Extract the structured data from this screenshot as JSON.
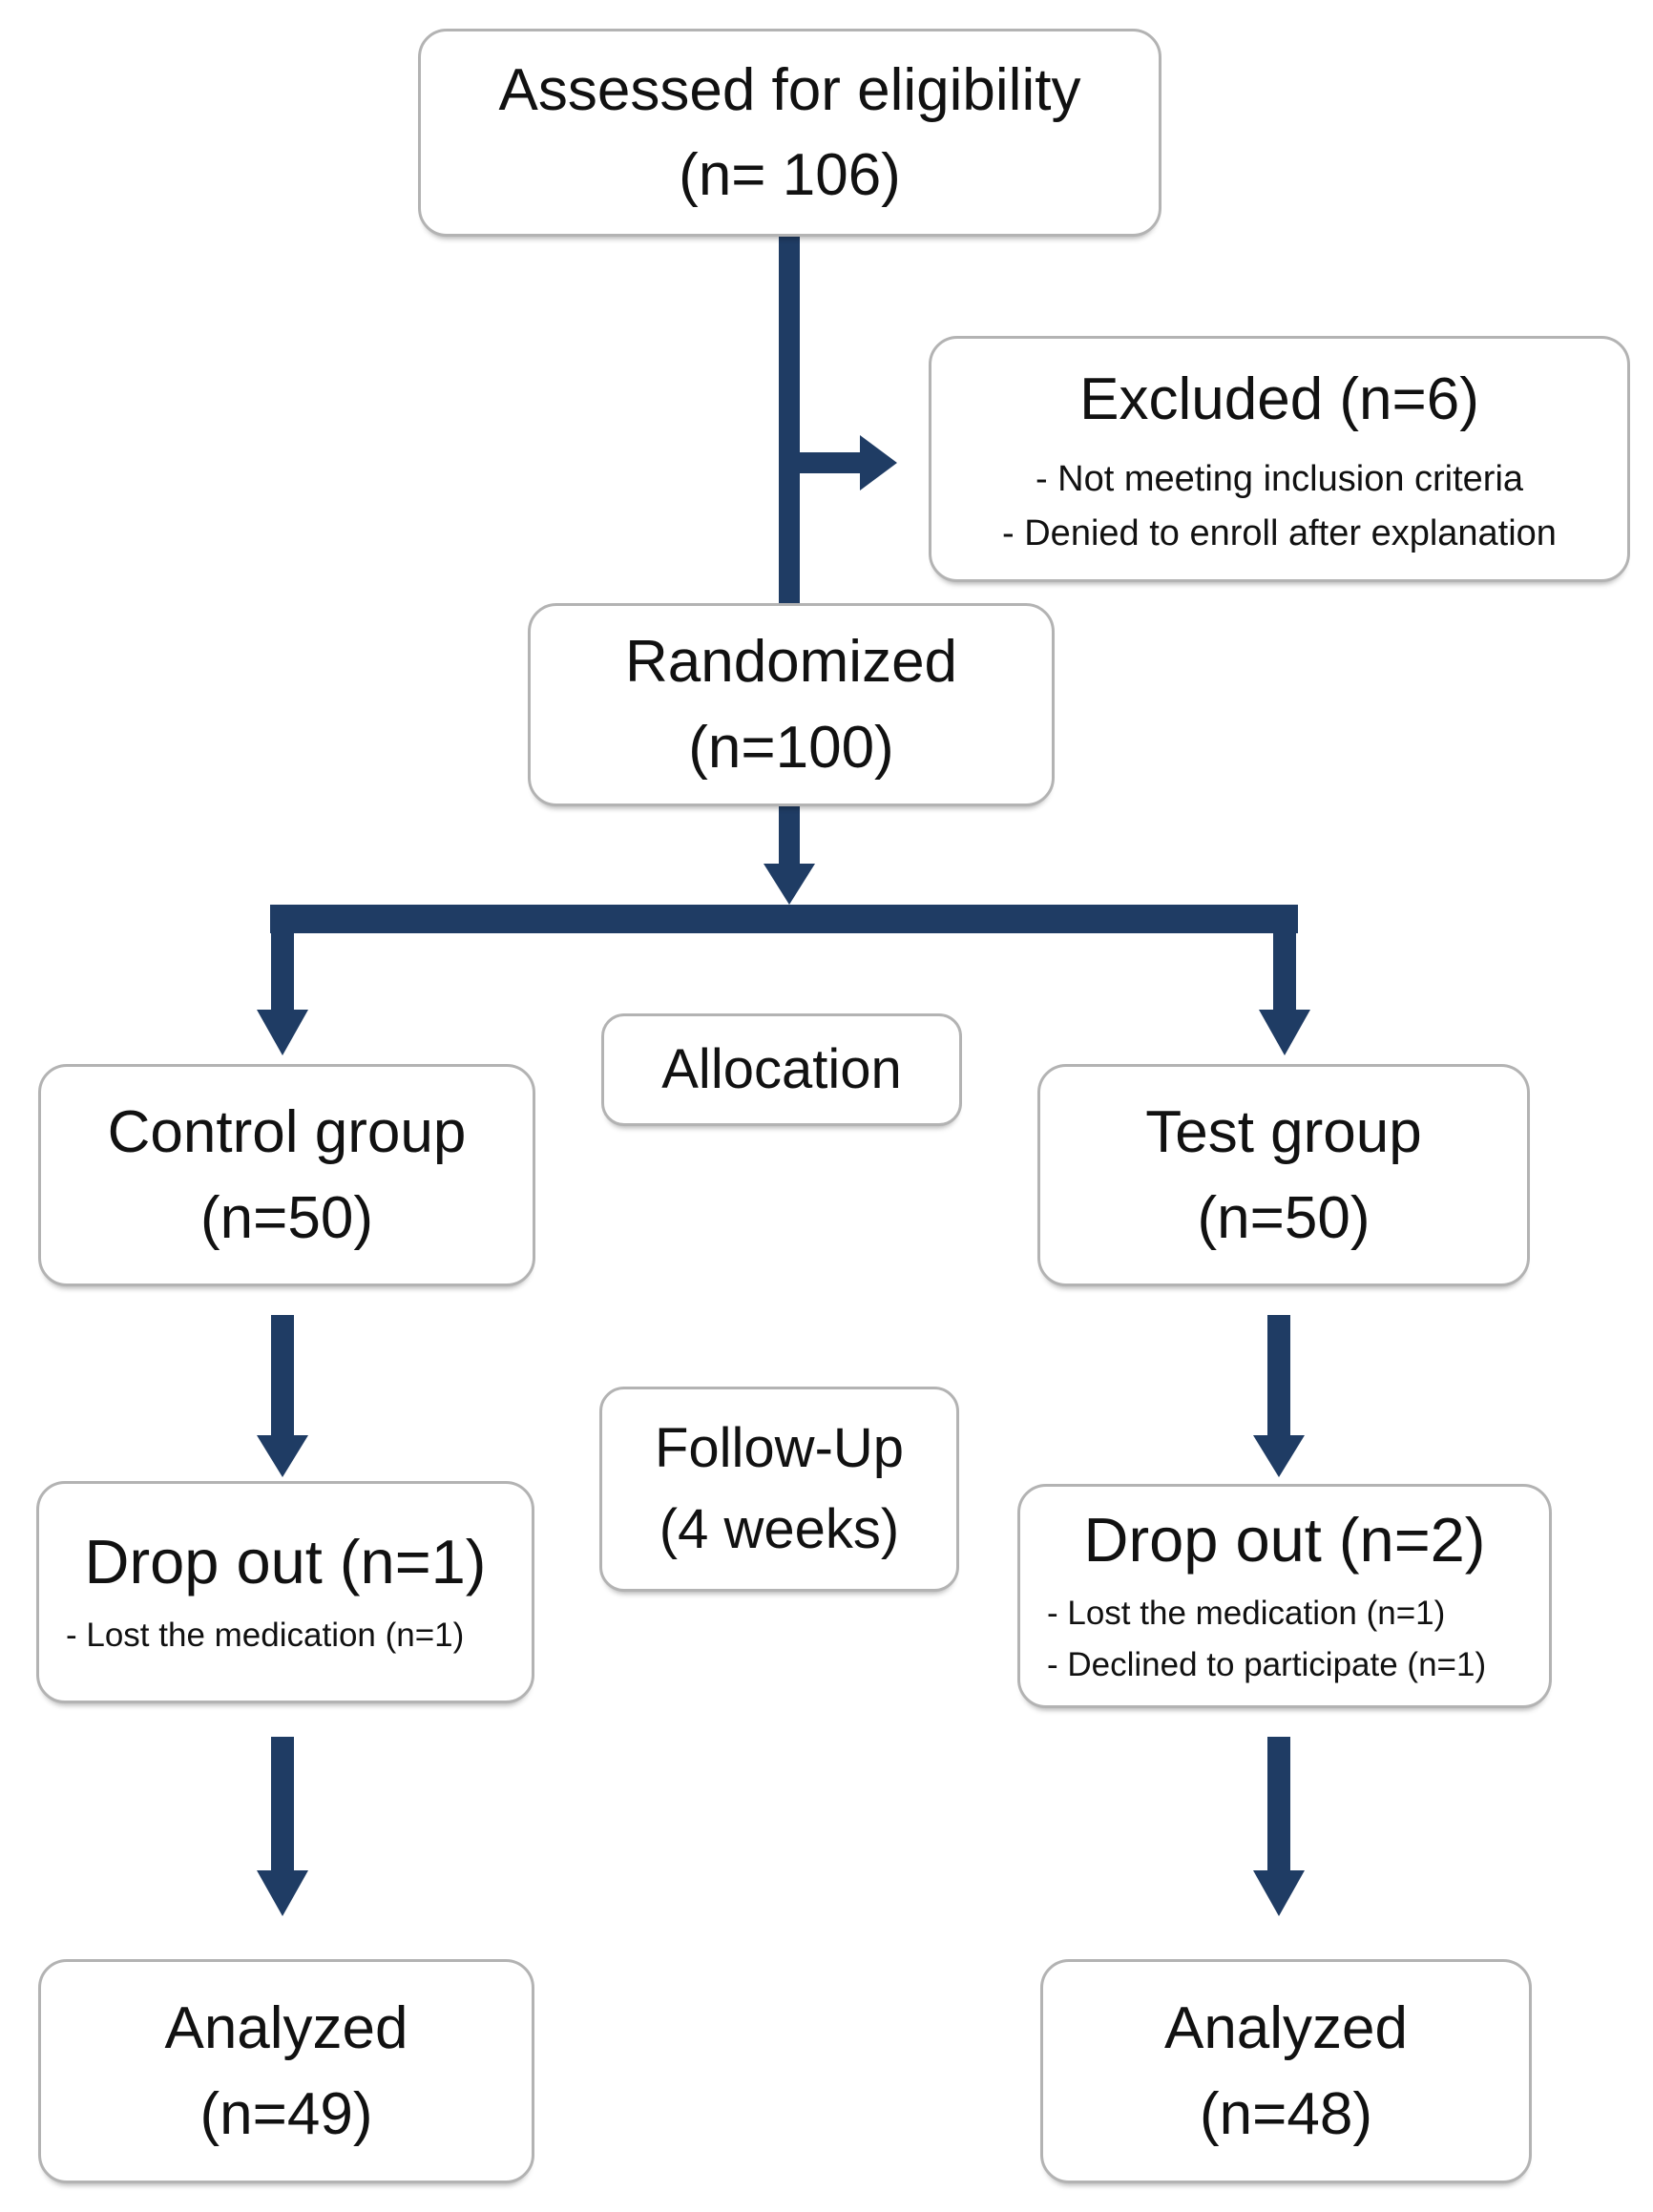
{
  "colors": {
    "arrow": "#1f3c64",
    "box_border": "#b3b3b3",
    "box_bg": "#ffffff",
    "text": "#111111"
  },
  "diagram": {
    "assessed": {
      "line1": "Assessed for eligibility",
      "line2": "(n= 106)"
    },
    "excluded": {
      "title": "Excluded (n=6)",
      "bullets": [
        "- Not meeting inclusion criteria",
        "- Denied to enroll after explanation"
      ]
    },
    "randomized": {
      "line1": "Randomized",
      "line2": "(n=100)"
    },
    "allocation": {
      "label": "Allocation"
    },
    "control_group": {
      "line1": "Control group",
      "line2": "(n=50)"
    },
    "test_group": {
      "line1": "Test group",
      "line2": "(n=50)"
    },
    "followup": {
      "line1": "Follow-Up",
      "line2": "(4 weeks)"
    },
    "dropout_control": {
      "title": "Drop out (n=1)",
      "bullets": [
        "- Lost the medication (n=1)"
      ]
    },
    "dropout_test": {
      "title": "Drop out (n=2)",
      "bullets": [
        "- Lost the medication (n=1)",
        "- Declined to participate (n=1)"
      ]
    },
    "analyzed_control": {
      "line1": "Analyzed",
      "line2": "(n=49)"
    },
    "analyzed_test": {
      "line1": "Analyzed",
      "line2": "(n=48)"
    }
  }
}
